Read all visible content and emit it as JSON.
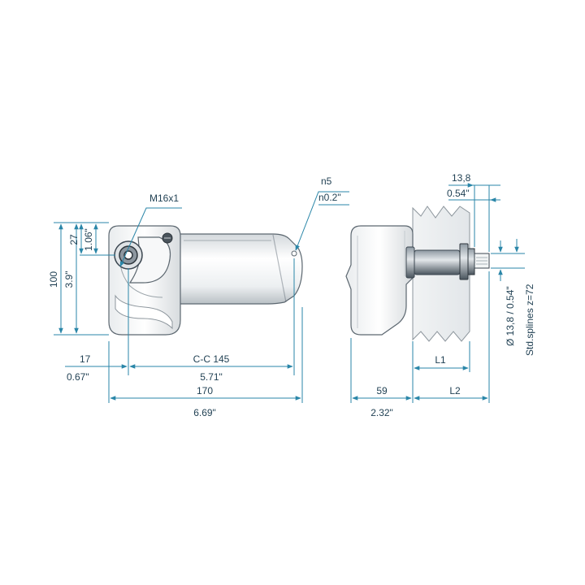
{
  "labels": {
    "thread": "M16x1",
    "n5": "n5",
    "n02": "n0.2\"",
    "d100": "100",
    "d39": "3.9\"",
    "d27": "27",
    "d106": "1.06\"",
    "d17": "17",
    "d067": "0.67\"",
    "cc145": "C-C 145",
    "d571": "5.71\"",
    "d170": "170",
    "d669": "6.69\"",
    "d138": "13,8",
    "d054": "0.54\"",
    "dia": "Ø 13,8 / 0.54\"",
    "splines": "Std.splines z=72",
    "l1": "L1",
    "d59": "59",
    "l2": "L2",
    "d232": "2.32\""
  },
  "colors": {
    "dimension": "#2a86a8",
    "text": "#1f3f52",
    "body_light": "#f4f5f6",
    "body_shade": "#c9ced2",
    "outline": "#5c6770",
    "shaft_dark": "#3b4650",
    "panel": "#eef0f2"
  }
}
